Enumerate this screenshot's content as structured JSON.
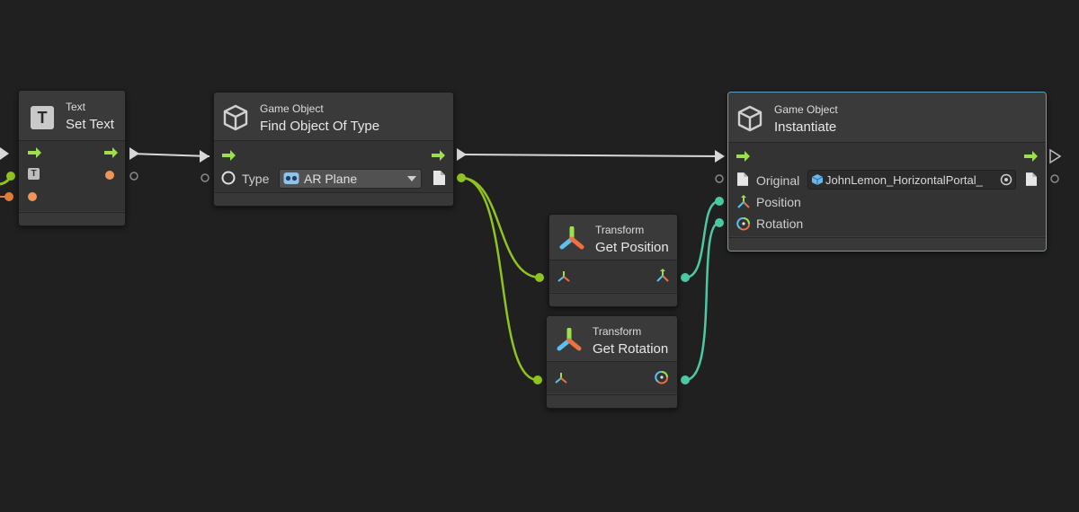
{
  "nodes": {
    "set_text": {
      "kind": "Text",
      "title": "Set Text",
      "badge": "T"
    },
    "find_object": {
      "kind": "Game Object",
      "title": "Find Object Of Type",
      "type_label": "Type",
      "type_value": "AR Plane"
    },
    "instantiate": {
      "kind": "Game Object",
      "title": "Instantiate",
      "inputs": [
        "Original",
        "Position",
        "Rotation"
      ],
      "original_value": "JohnLemon_HorizontalPortal_"
    },
    "get_position": {
      "kind": "Transform",
      "title": "Get Position"
    },
    "get_rotation": {
      "kind": "Transform",
      "title": "Get Rotation"
    }
  },
  "colors": {
    "background": "#202020",
    "flow_arrow": "#9ee04c",
    "object_wire": "#8fc31f",
    "vector_wire": "#4cc9a4",
    "string_port": "#f0955a",
    "control_wire": "#d8d8d8",
    "selection": "#5aa0c8"
  },
  "icons": [
    "text-icon",
    "cube-icon",
    "transform-icon",
    "file-icon",
    "ar-plane-icon",
    "target-icon",
    "flow-arrow-icon",
    "position-icon",
    "rotation-icon"
  ]
}
